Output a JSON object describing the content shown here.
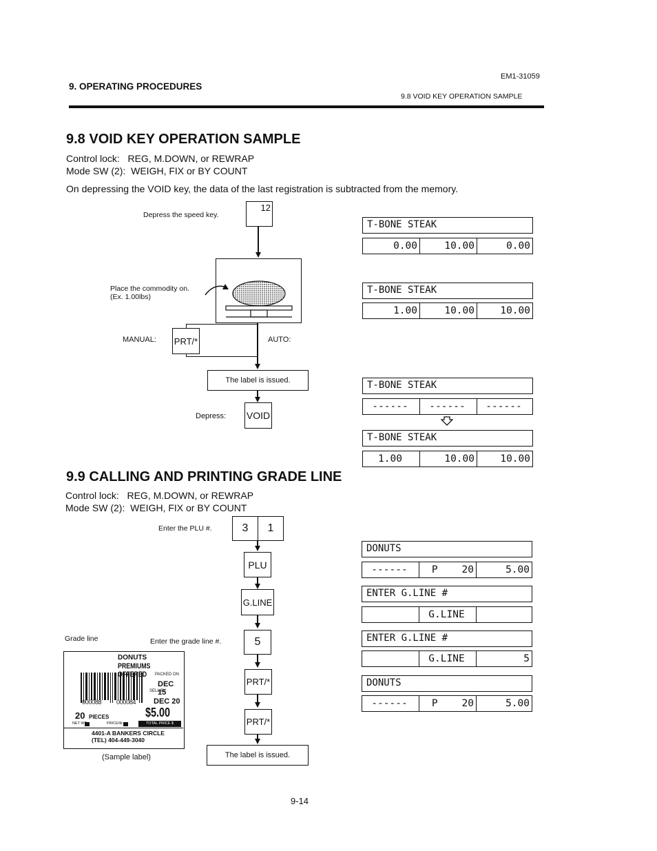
{
  "header": {
    "chapter": "9. OPERATING PROCEDURES",
    "doc_id": "EM1-31059",
    "section": "9.8 VOID KEY OPERATION SAMPLE"
  },
  "s98": {
    "title": "9.8 VOID KEY OPERATION SAMPLE",
    "control_lock": "Control lock:   REG, M.DOWN, or REWRAP",
    "mode_sw": "Mode SW (2):  WEIGH, FIX or BY COUNT",
    "desc": "On depressing the VOID key, the data of the last registration is subtracted from the memory.",
    "step_speed": "Depress the speed key.",
    "speed_key": "12",
    "step_place_1": "Place the commodity on.",
    "step_place_2": "(Ex. 1.00lbs)",
    "manual": "MANUAL:",
    "auto": "AUTO:",
    "prt_key": "PRT/*",
    "label_issued": "The label is issued.",
    "depress": "Depress:",
    "void_key": "VOID",
    "displays": [
      {
        "name": "T-BONE STEAK",
        "values": [
          "0.00",
          "10.00",
          "0.00"
        ]
      },
      {
        "name": "T-BONE STEAK",
        "values": [
          "1.00",
          "10.00",
          "10.00"
        ]
      },
      {
        "name": "T-BONE STEAK",
        "values": [
          "------",
          "------",
          "------"
        ]
      },
      {
        "name": "T-BONE STEAK",
        "values": [
          "1.00",
          "10.00",
          "10.00"
        ]
      }
    ]
  },
  "s99": {
    "title": "9.9 CALLING AND PRINTING GRADE LINE",
    "control_lock": "Control lock:   REG, M.DOWN, or REWRAP",
    "mode_sw": "Mode SW (2):  WEIGH, FIX or BY COUNT",
    "enter_plu": "Enter the PLU #.",
    "plu_digit1": "3",
    "plu_digit2": "1",
    "plu_key": "PLU",
    "gline_key": "G.LINE",
    "grade_line": "Grade line",
    "enter_grade": "Enter the grade line #.",
    "grade_key": "5",
    "prt_key": "PRT/*",
    "label_issued": "The label is issued.",
    "sample_label": "(Sample label)",
    "label": {
      "name": "DONUTS",
      "grade": "PREMIUMS OFFERED",
      "packed_on": "PACKED ON",
      "packed_date": "DEC 15",
      "sell_by": "SELL BY",
      "sell_date": "DEC 20",
      "barcode_left": "000088",
      "barcode_right": "000084",
      "count": "20",
      "pieces": "PIECES",
      "price": "$5.00",
      "net_wt": "NET WT",
      "price_lb": "PRICE/lb",
      "total_price": "TOTAL PRICE $",
      "address": "4401-A BANKERS CIRCLE",
      "tel": "(TEL) 404-449-3040"
    },
    "displays": [
      {
        "name": "DONUTS",
        "values": [
          "------",
          "P    20",
          "5.00"
        ]
      },
      {
        "name": "ENTER G.LINE #",
        "values": [
          "",
          "G.LINE",
          ""
        ]
      },
      {
        "name": "ENTER G.LINE #",
        "values": [
          "",
          "G.LINE",
          "5"
        ]
      },
      {
        "name": "DONUTS",
        "values": [
          "------",
          "P    20",
          "5.00"
        ]
      }
    ]
  },
  "footer": {
    "page": "9-14"
  }
}
